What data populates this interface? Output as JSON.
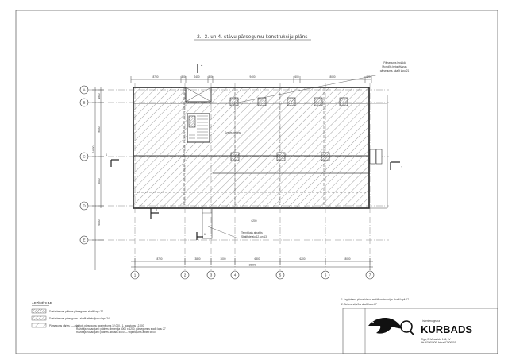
{
  "sheet": {
    "title": "2., 3. un 4. stāvu pārsegumu konstrukciju plāns"
  },
  "axes": {
    "columns": [
      "1",
      "2",
      "3",
      "4",
      "5",
      "6",
      "7"
    ],
    "rows": [
      "A",
      "B",
      "C",
      "D",
      "E"
    ]
  },
  "dimensions": {
    "top": [
      "8700",
      "300",
      "2400",
      "300",
      "9400",
      "600",
      "8000",
      "600"
    ],
    "bottom": [
      "8700",
      "3800",
      "3000",
      "6300",
      "6200",
      "8000"
    ],
    "bottom_total": "36800",
    "left": [
      "1800",
      "8000",
      "6000",
      "6000",
      "3000"
    ],
    "left_total": "24800"
  },
  "annotations": {
    "opening_note_lines": [
      "Pārsegums Ieplakā",
      "Monolīts betonēšanas",
      "pārsegums, skatīt lapu 21"
    ],
    "slab_mark": "Dzelzs betons",
    "hole_note_lines": [
      "Tehniskais atbalsts",
      "Skatīt detaļu 12. un 13."
    ],
    "section_marks": [
      "2",
      "4",
      "5",
      "6",
      "7"
    ],
    "room_label": "6200"
  },
  "legend": {
    "heading": "APZĪMĒJUMI",
    "items": [
      {
        "label": "Dzelzsbetona plātnes pārsegums, skatīt lapu 27"
      },
      {
        "label": "Dzelzsbetona pārsegums - skatīt atbalstījumu lapu 24"
      },
      {
        "label": "Pārsegums pāries 1—4ss"
      }
    ],
    "notes_lines": [
      "Lietots pārsegumu apzīmējums 12.000 / 1. augstums 12.000",
      "Ražotāja nosacījumi: plātnes dimensija 6000 x 1200, pārsegumus skatīt lapu 27",
      "Ražotāja nosacījumi: plātnes atbalsts 4000 — stiprinājums atbilst 5000"
    ]
  },
  "general_notes": [
    "1. Izgaļošanu plānveida un metālkonstrukcijas skatīt lapā 17",
    "2. Betona stiprība skatīt lapu 27"
  ],
  "company": {
    "prefix": "inženieru grupa",
    "name": "KURBADS",
    "address_lines": [
      "Rīga, Brīvības iela 106, LV",
      "tālr. 67000000, fakss 67000001"
    ]
  }
}
